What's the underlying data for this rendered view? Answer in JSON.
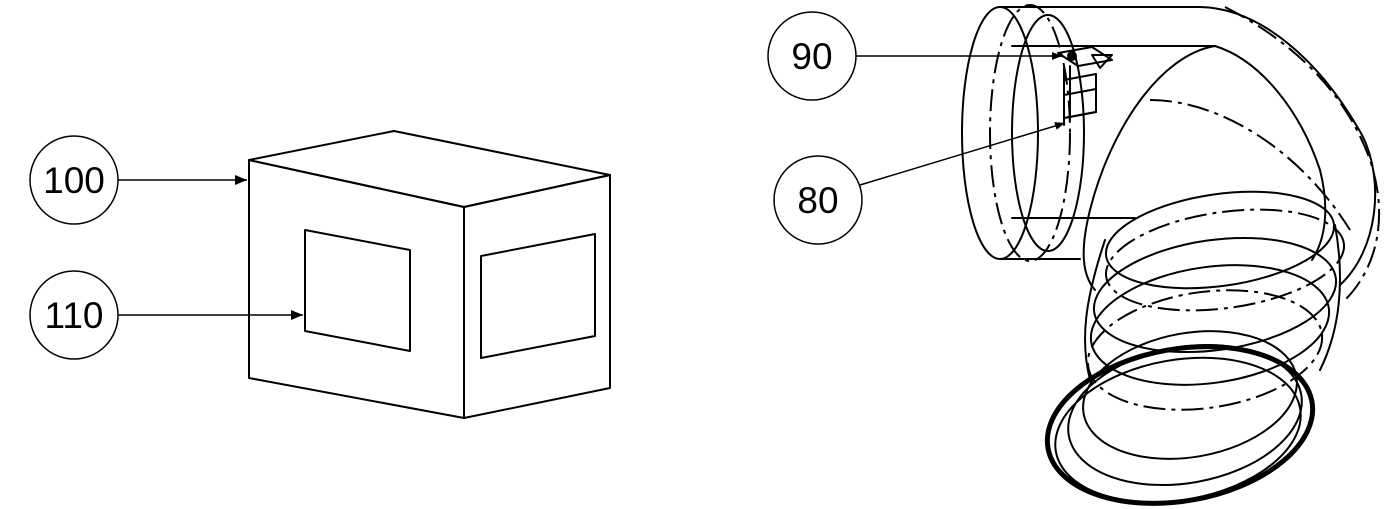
{
  "references": {
    "ref_100": "100",
    "ref_110": "110",
    "ref_90": "90",
    "ref_80": "80"
  },
  "colors": {
    "stroke": "#000000",
    "background": "#ffffff"
  }
}
